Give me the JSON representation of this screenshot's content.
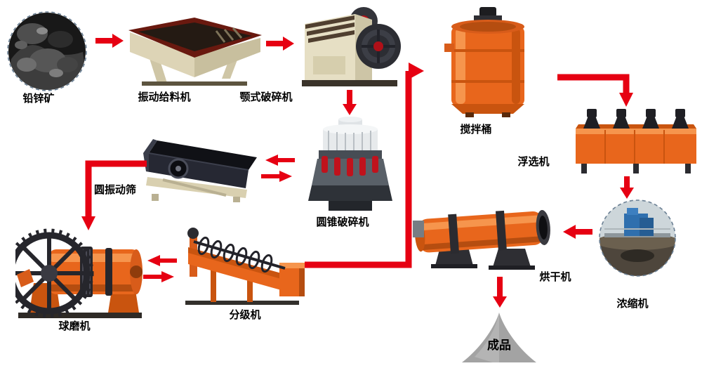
{
  "diagram": {
    "arrow_color": "#e60012",
    "nodes": {
      "ore": {
        "label": "铅锌矿"
      },
      "vibrating_feeder": {
        "label": "振动给料机"
      },
      "jaw_crusher": {
        "label": "颚式破碎机"
      },
      "cone_crusher": {
        "label": "圆锥破碎机"
      },
      "circular_vibrating_screen": {
        "label": "圆振动筛"
      },
      "ball_mill": {
        "label": "球磨机"
      },
      "classifier": {
        "label": "分级机"
      },
      "mixing_tank": {
        "label": "搅拌桶"
      },
      "flotation_machine": {
        "label": "浮选机"
      },
      "thickener": {
        "label": "浓缩机"
      },
      "dryer": {
        "label": "烘干机"
      },
      "product": {
        "label": "成品"
      }
    }
  }
}
